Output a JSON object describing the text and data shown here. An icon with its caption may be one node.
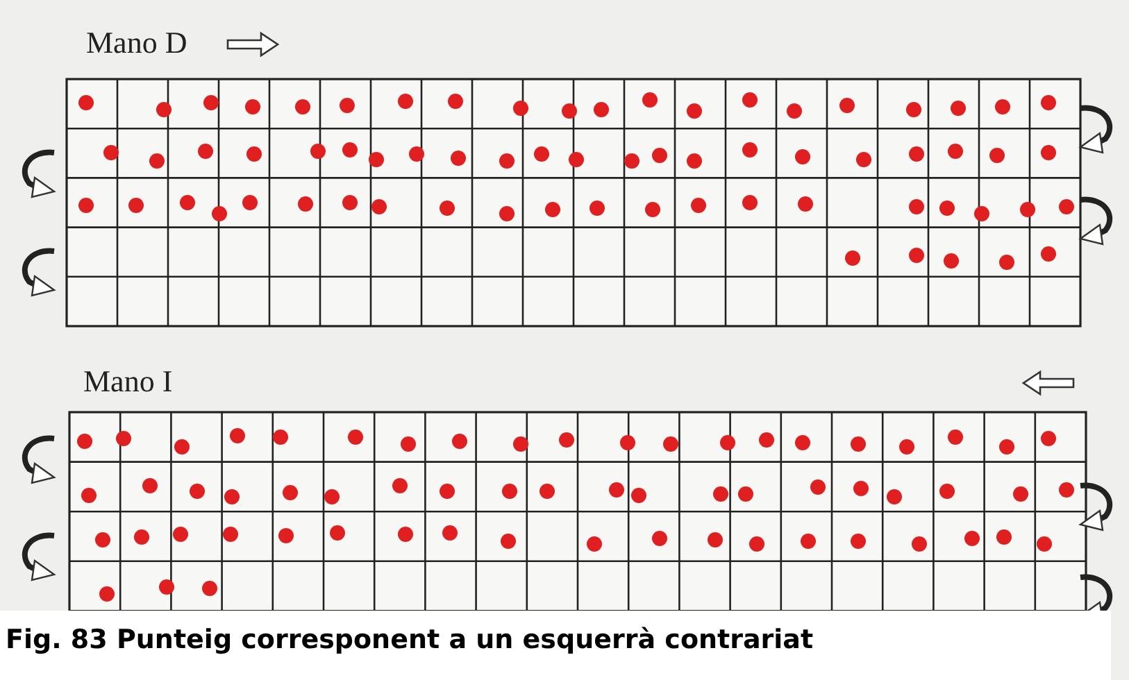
{
  "diagram": {
    "caption": "Fig. 83 Punteig corresponent a un esquerrà contrariat",
    "labels": [
      "Mano D",
      "Mano I"
    ]
  }
}
